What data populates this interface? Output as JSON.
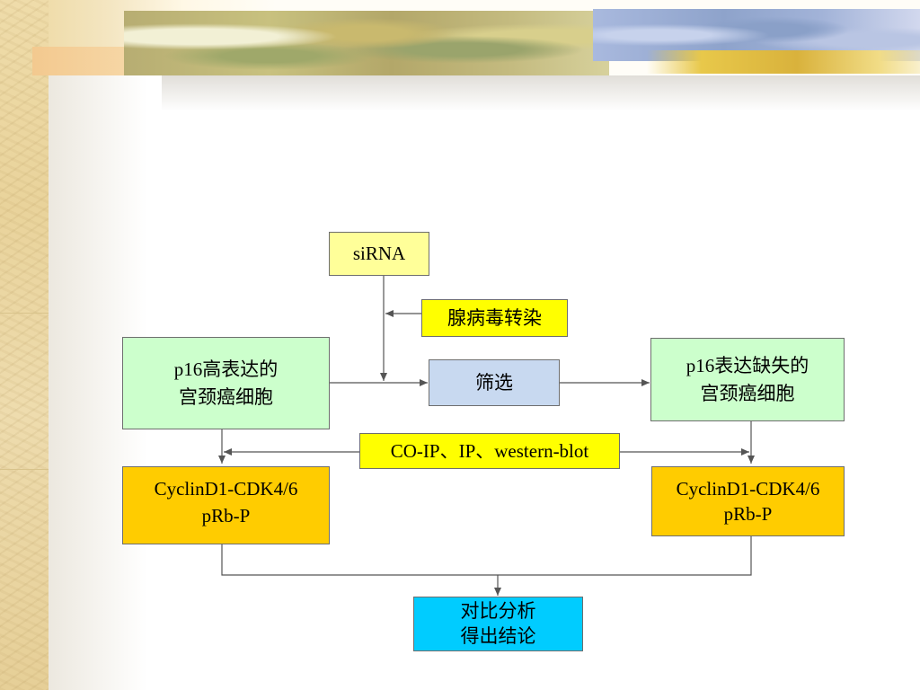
{
  "diagram": {
    "sirna": "siRNA",
    "transfection": "腺病毒转染",
    "screening": "筛选",
    "high_cells": [
      "p16高表达的",
      "宫颈癌细胞"
    ],
    "deficient_cells": [
      "p16表达缺失的",
      "宫颈癌细胞"
    ],
    "methods": "CO-IP、IP、western-blot",
    "left_result": [
      "CyclinD1-CDK4/6",
      "pRb-P"
    ],
    "right_result": [
      "CyclinD1-CDK4/6",
      "pRb-P"
    ],
    "conclusion": [
      "对比分析",
      "得出结论"
    ]
  },
  "colors": {
    "sirna_box": "#ffff99",
    "method_box": "#ffff00",
    "cell_box": "#ccffcc",
    "screen_box": "#c8d9f0",
    "result_box": "#ffcc00",
    "conclusion_box": "#00ccff",
    "connector": "#555555"
  }
}
